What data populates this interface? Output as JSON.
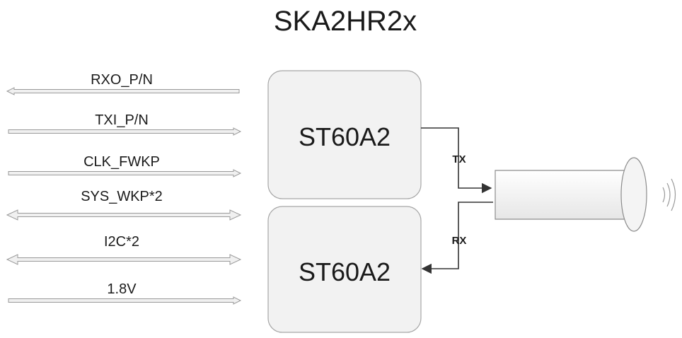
{
  "title": "SKA2HR2x",
  "signals": [
    {
      "label": "RXO_P/N",
      "direction": "left"
    },
    {
      "label": "TXI_P/N",
      "direction": "right"
    },
    {
      "label": "CLK_FWKP",
      "direction": "right"
    },
    {
      "label": "SYS_WKP*2",
      "direction": "both"
    },
    {
      "label": "I2C*2",
      "direction": "both"
    },
    {
      "label": "1.8V",
      "direction": "right"
    }
  ],
  "chips": [
    {
      "label": "ST60A2"
    },
    {
      "label": "ST60A2"
    }
  ],
  "links": {
    "tx": "TX",
    "rx": "RX"
  },
  "colors": {
    "arrow_fill": "#f0f0f0",
    "arrow_stroke": "#9a9a9a",
    "chip_fill": "#f2f2f2",
    "chip_stroke": "#a6a6a6",
    "line": "#333333"
  }
}
